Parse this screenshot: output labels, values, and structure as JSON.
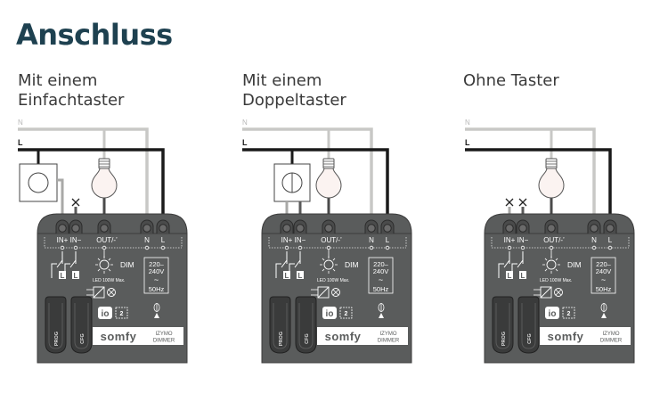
{
  "title": "Anschluss",
  "colors": {
    "title": "#1e4150",
    "neutral_wire": "#c8c8c6",
    "live_wire": "#1a1a1a",
    "device_body": "#5a5c5c",
    "device_dark": "#3a3b3b",
    "lamp_fill": "#fbf3f1"
  },
  "wire_labels": {
    "neutral": "N",
    "live": "L"
  },
  "device": {
    "terminals": [
      "IN+",
      "IN−",
      "OUT/‐’",
      "N",
      "L"
    ],
    "dim_label": "DIM",
    "led_label": "LED 100W Max.",
    "voltage_line1": "220–",
    "voltage_line2": "240V",
    "wave": "~",
    "frequency": "50Hz",
    "io_label": "io",
    "badge_number": "2",
    "prog_label": "PROG",
    "cfg_label": "CFG",
    "brand": "somfy",
    "model_line1": "IZYMO",
    "model_line2": "DIMMER",
    "switch_terminal_label": "L"
  },
  "diagrams": [
    {
      "id": "einfach",
      "title_line1": "Mit einem",
      "title_line2": "Einfachtaster",
      "switch": "single",
      "unused_inputs": [
        "IN-"
      ]
    },
    {
      "id": "doppel",
      "title_line1": "Mit einem",
      "title_line2": "Doppeltaster",
      "switch": "double",
      "unused_inputs": []
    },
    {
      "id": "ohne",
      "title_line1": "Ohne Taster",
      "title_line2": "",
      "switch": "none",
      "unused_inputs": [
        "IN+",
        "IN-"
      ]
    }
  ]
}
